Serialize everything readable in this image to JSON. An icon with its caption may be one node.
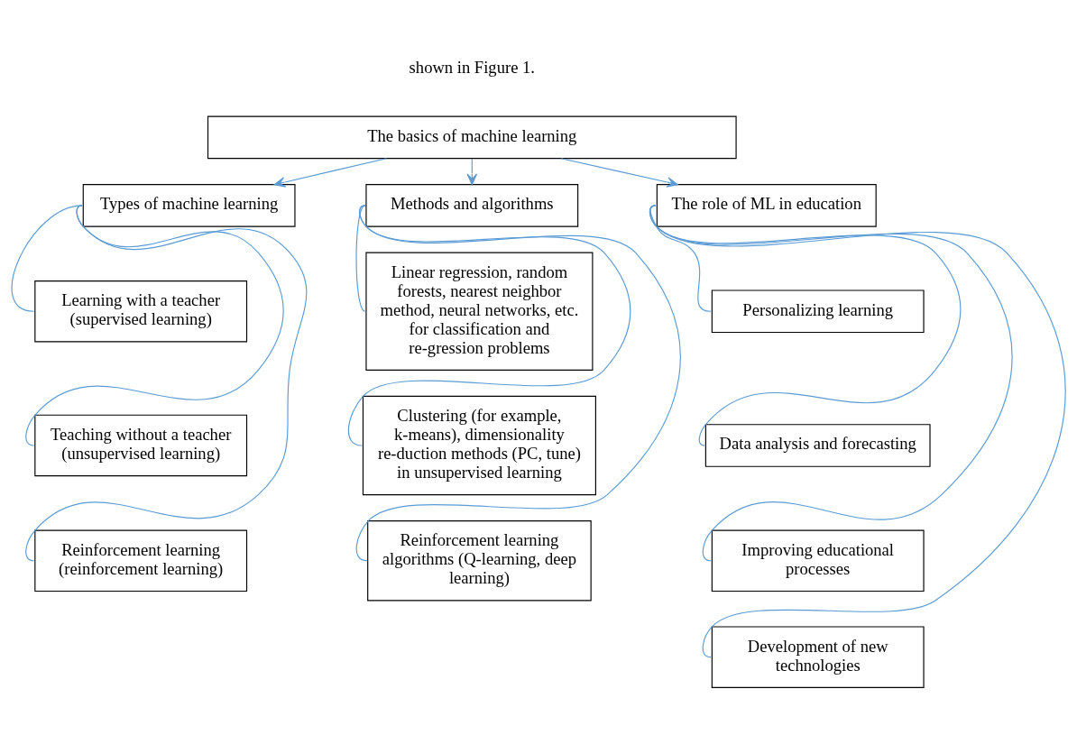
{
  "diagram": {
    "nodes": [
      {
        "text": [
          "The basics of machine learning"
        ]
      },
      {
        "text": [
          "Types of machine learning"
        ]
      },
      {
        "text": [
          "Methods and algorithms"
        ]
      },
      {
        "text": [
          "The role of ML in education"
        ]
      },
      {
        "text": [
          "Learning with a teacher (supervised learning)"
        ]
      },
      {
        "text": [
          "Teaching without a teacher (unsupervised learning)"
        ]
      },
      {
        "text": [
          "Reinforcement learning (reinforcement learning)"
        ]
      },
      {
        "text": [
          "Linear regression, random forests, nearest neighbor method, neural networks, etc. for classification and re-gression problems"
        ]
      },
      {
        "text": [
          "Clustering (for example, k-means), dimensionality re-duction methods (PC, tune) in unsupervised learning"
        ]
      },
      {
        "text": [
          "Reinforcement learning algorithms (Q-learning, deep learning)"
        ]
      },
      {
        "text": [
          "Personalizing learning"
        ]
      },
      {
        "text": [
          "Data analysis and forecasting"
        ]
      },
      {
        "text": [
          "Improving educational processes"
        ]
      },
      {
        "text": [
          "Development of new technologies"
        ]
      }
    ],
    "edges": [
      {
        "from": 0,
        "to": 1,
        "arrow": "to"
      },
      {
        "from": 0,
        "to": 2,
        "arrow": "to"
      },
      {
        "from": 0,
        "to": 3,
        "arrow": "to"
      },
      {
        "from": 1,
        "to": 4,
        "arrow": "none"
      },
      {
        "from": 1,
        "to": 5,
        "arrow": "none"
      },
      {
        "from": 1,
        "to": 6,
        "arrow": "none"
      },
      {
        "from": 2,
        "to": 7,
        "arrow": "none"
      },
      {
        "from": 2,
        "to": 8,
        "arrow": "none"
      },
      {
        "from": 2,
        "to": 9,
        "arrow": "none"
      },
      {
        "from": 3,
        "to": 10,
        "arrow": "none"
      },
      {
        "from": 3,
        "to": 11,
        "arrow": "none"
      },
      {
        "from": 3,
        "to": 12,
        "arrow": "none"
      },
      {
        "from": 3,
        "to": 13,
        "arrow": "none"
      }
    ],
    "labels": [
      "shown in Figure 1."
    ]
  }
}
